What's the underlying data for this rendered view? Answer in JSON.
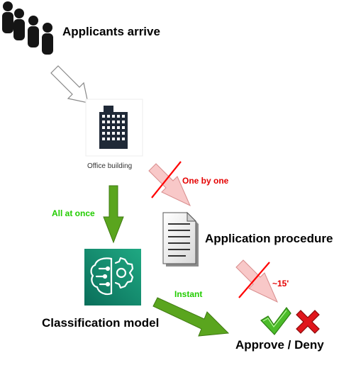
{
  "labels": {
    "applicants": "Applicants arrive",
    "office": "Office building",
    "one_by_one": "One by one",
    "all_at_once": "All at once",
    "application_procedure": "Application procedure",
    "time": "~15'",
    "instant": "Instant",
    "classification_model": "Classification model",
    "approve_deny": "Approve / Deny"
  },
  "icons": {
    "people": "people-icon",
    "building": "office-building-icon",
    "document": "document-icon",
    "model": "ml-model-icon",
    "approve": "checkmark-icon",
    "deny": "cross-icon"
  },
  "colors": {
    "red_text": "#e50000",
    "green_text": "#22cc00",
    "green_arrow": "#5aa51e",
    "red_arrow_fill": "#f8c8c8",
    "model_bg": "#12856b"
  }
}
